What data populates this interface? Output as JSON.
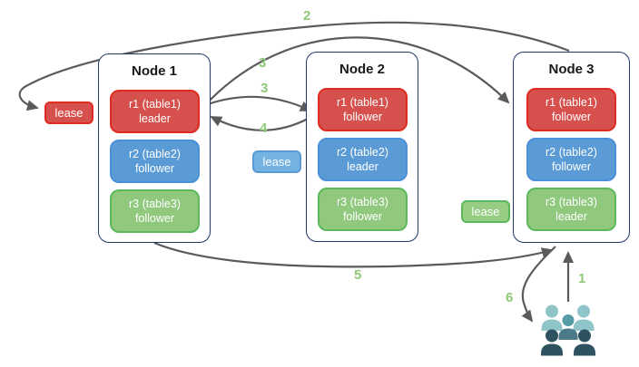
{
  "nodes": [
    {
      "title": "Node 1",
      "replicas": [
        {
          "label": "r1 (table1)",
          "role": "leader",
          "variant": "red"
        },
        {
          "label": "r2 (table2)",
          "role": "follower",
          "variant": "blue"
        },
        {
          "label": "r3 (table3)",
          "role": "follower",
          "variant": "green"
        }
      ]
    },
    {
      "title": "Node 2",
      "replicas": [
        {
          "label": "r1 (table1)",
          "role": "follower",
          "variant": "red"
        },
        {
          "label": "r2 (table2)",
          "role": "leader",
          "variant": "blue"
        },
        {
          "label": "r3 (table3)",
          "role": "follower",
          "variant": "green"
        }
      ]
    },
    {
      "title": "Node 3",
      "replicas": [
        {
          "label": "r1 (table1)",
          "role": "follower",
          "variant": "red"
        },
        {
          "label": "r2 (table2)",
          "role": "follower",
          "variant": "blue"
        },
        {
          "label": "r3 (table3)",
          "role": "leader",
          "variant": "green"
        }
      ]
    }
  ],
  "leases": [
    {
      "label": "lease",
      "variant": "red"
    },
    {
      "label": "lease",
      "variant": "blue"
    },
    {
      "label": "lease",
      "variant": "green"
    }
  ],
  "steps": {
    "one": "1",
    "two": "2",
    "three_a": "3",
    "three_b": "3",
    "four": "4",
    "five": "5",
    "six": "6"
  },
  "icons": {
    "users": "user-group-icon"
  },
  "colors": {
    "red_fill": "#d6514d",
    "red_border": "#e02b20",
    "blue_fill": "#5b9bd5",
    "blue_border": "#4a90d9",
    "green_fill": "#90c97e",
    "green_border": "#5cb85c",
    "lease_blue_fill": "#74b2e2",
    "lease_green_fill": "#96cc83",
    "node_border": "#1f3864",
    "arrow": "#5b5b5b",
    "step_label": "#8fc878",
    "people_light": "#8fc5c9",
    "people_mid": "#569ba5",
    "people_dark": "#2e5260",
    "people_slate": "#4d7a88"
  }
}
